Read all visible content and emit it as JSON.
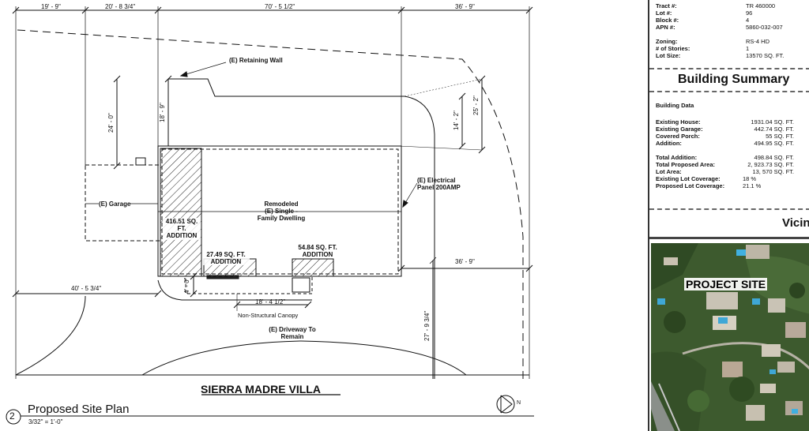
{
  "dimensions": {
    "top": [
      "19' - 9\"",
      "20' - 8 3/4\"",
      "70' - 5 1/2\"",
      "36' - 9\""
    ],
    "right_mid": "36' - 9\"",
    "left_mid": "40' - 5 3/4\"",
    "vert_24": "24' - 0\"",
    "vert_18": "18' - 9\"",
    "vert_14": "14' - 2\"",
    "vert_25": "25' - 2\"",
    "vert_4": "4' - 0\"",
    "vert_27": "27' - 9 3/4\"",
    "canopy_w": "18' - 4 1/2\""
  },
  "labels": {
    "retaining_wall": "(E) Retaining Wall",
    "garage": "(E) Garage",
    "remodeled": [
      "Remodeled",
      "(E) Single -",
      "Family Dwelling"
    ],
    "electrical": [
      "(E) Electrical",
      "Panel 200AMP"
    ],
    "addition_416": [
      "416.51 SQ.",
      "FT.",
      "ADDITION"
    ],
    "addition_27": [
      "27.49 SQ. FT.",
      "ADDITION"
    ],
    "addition_54": [
      "54.84 SQ. FT.",
      "ADDITION"
    ],
    "canopy": "Non-Structural Canopy",
    "driveway": [
      "(E) Driveway To",
      "Remain"
    ],
    "street": "SIERRA MADRE VILLA"
  },
  "title_block": {
    "number": "2",
    "title": "Proposed Site Plan",
    "scale": "3/32\" = 1'-0\"",
    "north": "N"
  },
  "project_info": {
    "rows": [
      {
        "k": "Tract #:",
        "v": "TR 460000"
      },
      {
        "k": "Lot #:",
        "v": "96"
      },
      {
        "k": "Block #:",
        "v": "4"
      },
      {
        "k": "APN #:",
        "v": "5860-032-007"
      }
    ],
    "rows2": [
      {
        "k": "Zoning:",
        "v": "RS-4 HD"
      },
      {
        "k": "# of Stories:",
        "v": "1"
      },
      {
        "k": "Lot Size:",
        "v": "13570 SQ. FT."
      }
    ]
  },
  "building_summary": {
    "heading": "Building Summary",
    "subheading": "Building Data",
    "group1": [
      {
        "k": "Existing House:",
        "v": "1931.04 SQ. FT."
      },
      {
        "k": "Existing Garage:",
        "v": "442.74 SQ. FT."
      },
      {
        "k": "Covered Porch:",
        "v": "55 SQ. FT."
      },
      {
        "k": "Addition:",
        "v": "494.95 SQ. FT."
      }
    ],
    "group2": [
      {
        "k": "Total Addition:",
        "v": "498.84 SQ. FT."
      },
      {
        "k": "Total Proposed Area:",
        "v": "2, 923.73 SQ. FT."
      },
      {
        "k": "Lot Area:",
        "v": "13, 570 SQ. FT."
      },
      {
        "k": "Existing Lot Coverage:",
        "v": "18 %"
      },
      {
        "k": "Proposed Lot Coverage:",
        "v": "21.1 %"
      }
    ]
  },
  "vicinity": {
    "heading": "Vicin",
    "project_site": "PROJECT SITE"
  }
}
